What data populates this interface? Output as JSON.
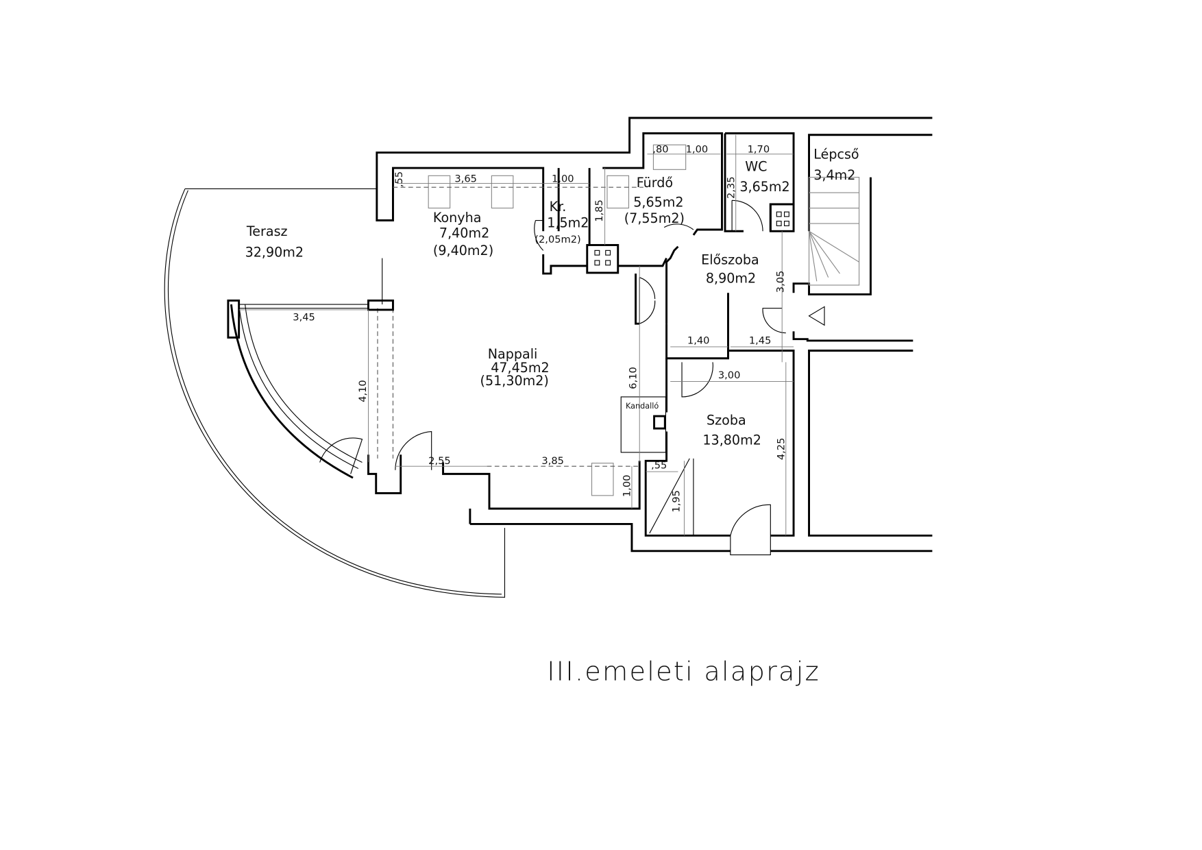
{
  "title": "III.emeleti alaprajz",
  "rooms": {
    "terasz": {
      "name": "Terasz",
      "area": "32,90m2"
    },
    "konyha": {
      "name": "Konyha",
      "area": "7,40m2",
      "area_gross": "(9,40m2)"
    },
    "kamra": {
      "name": "Kr.",
      "area": "1,5m2",
      "area_gross": "(2,05m2)"
    },
    "furdo": {
      "name": "Fürdő",
      "area": "5,65m2",
      "area_gross": "(7,55m2)"
    },
    "wc": {
      "name": "WC",
      "area": "3,65m2"
    },
    "lepcso": {
      "name": "Lépcső",
      "area": "3,4m2"
    },
    "eloszoba": {
      "name": "Előszoba",
      "area": "8,90m2"
    },
    "nappali": {
      "name": "Nappali",
      "area": "47,45m2",
      "area_gross": "(51,30m2)"
    },
    "kandallo": {
      "name": "Kandalló"
    },
    "szoba": {
      "name": "Szoba",
      "area": "13,80m2"
    }
  },
  "dimensions": {
    "konyha_width": "3,65",
    "kamra_width": "1,00",
    "furdo_a": ",80",
    "furdo_b": "1,00",
    "wc_width": "1,70",
    "konyha_depth": ",55",
    "furdo_depth": "1,85",
    "wc_depth": "2,35",
    "eloszoba_depth": "3,05",
    "erker_width": "3,45",
    "erker_depth": "4,10",
    "nappali_depth": "6,10",
    "eloszoba_a": "1,40",
    "eloszoba_b": "1,45",
    "szoba_width": "3,00",
    "nappali_a": "2,55",
    "nappali_b": "3,85",
    "nische_depth": "1,00",
    "szoba_niche": ",55",
    "szoba_niche_depth": "1,95",
    "szoba_depth": "4,25"
  }
}
